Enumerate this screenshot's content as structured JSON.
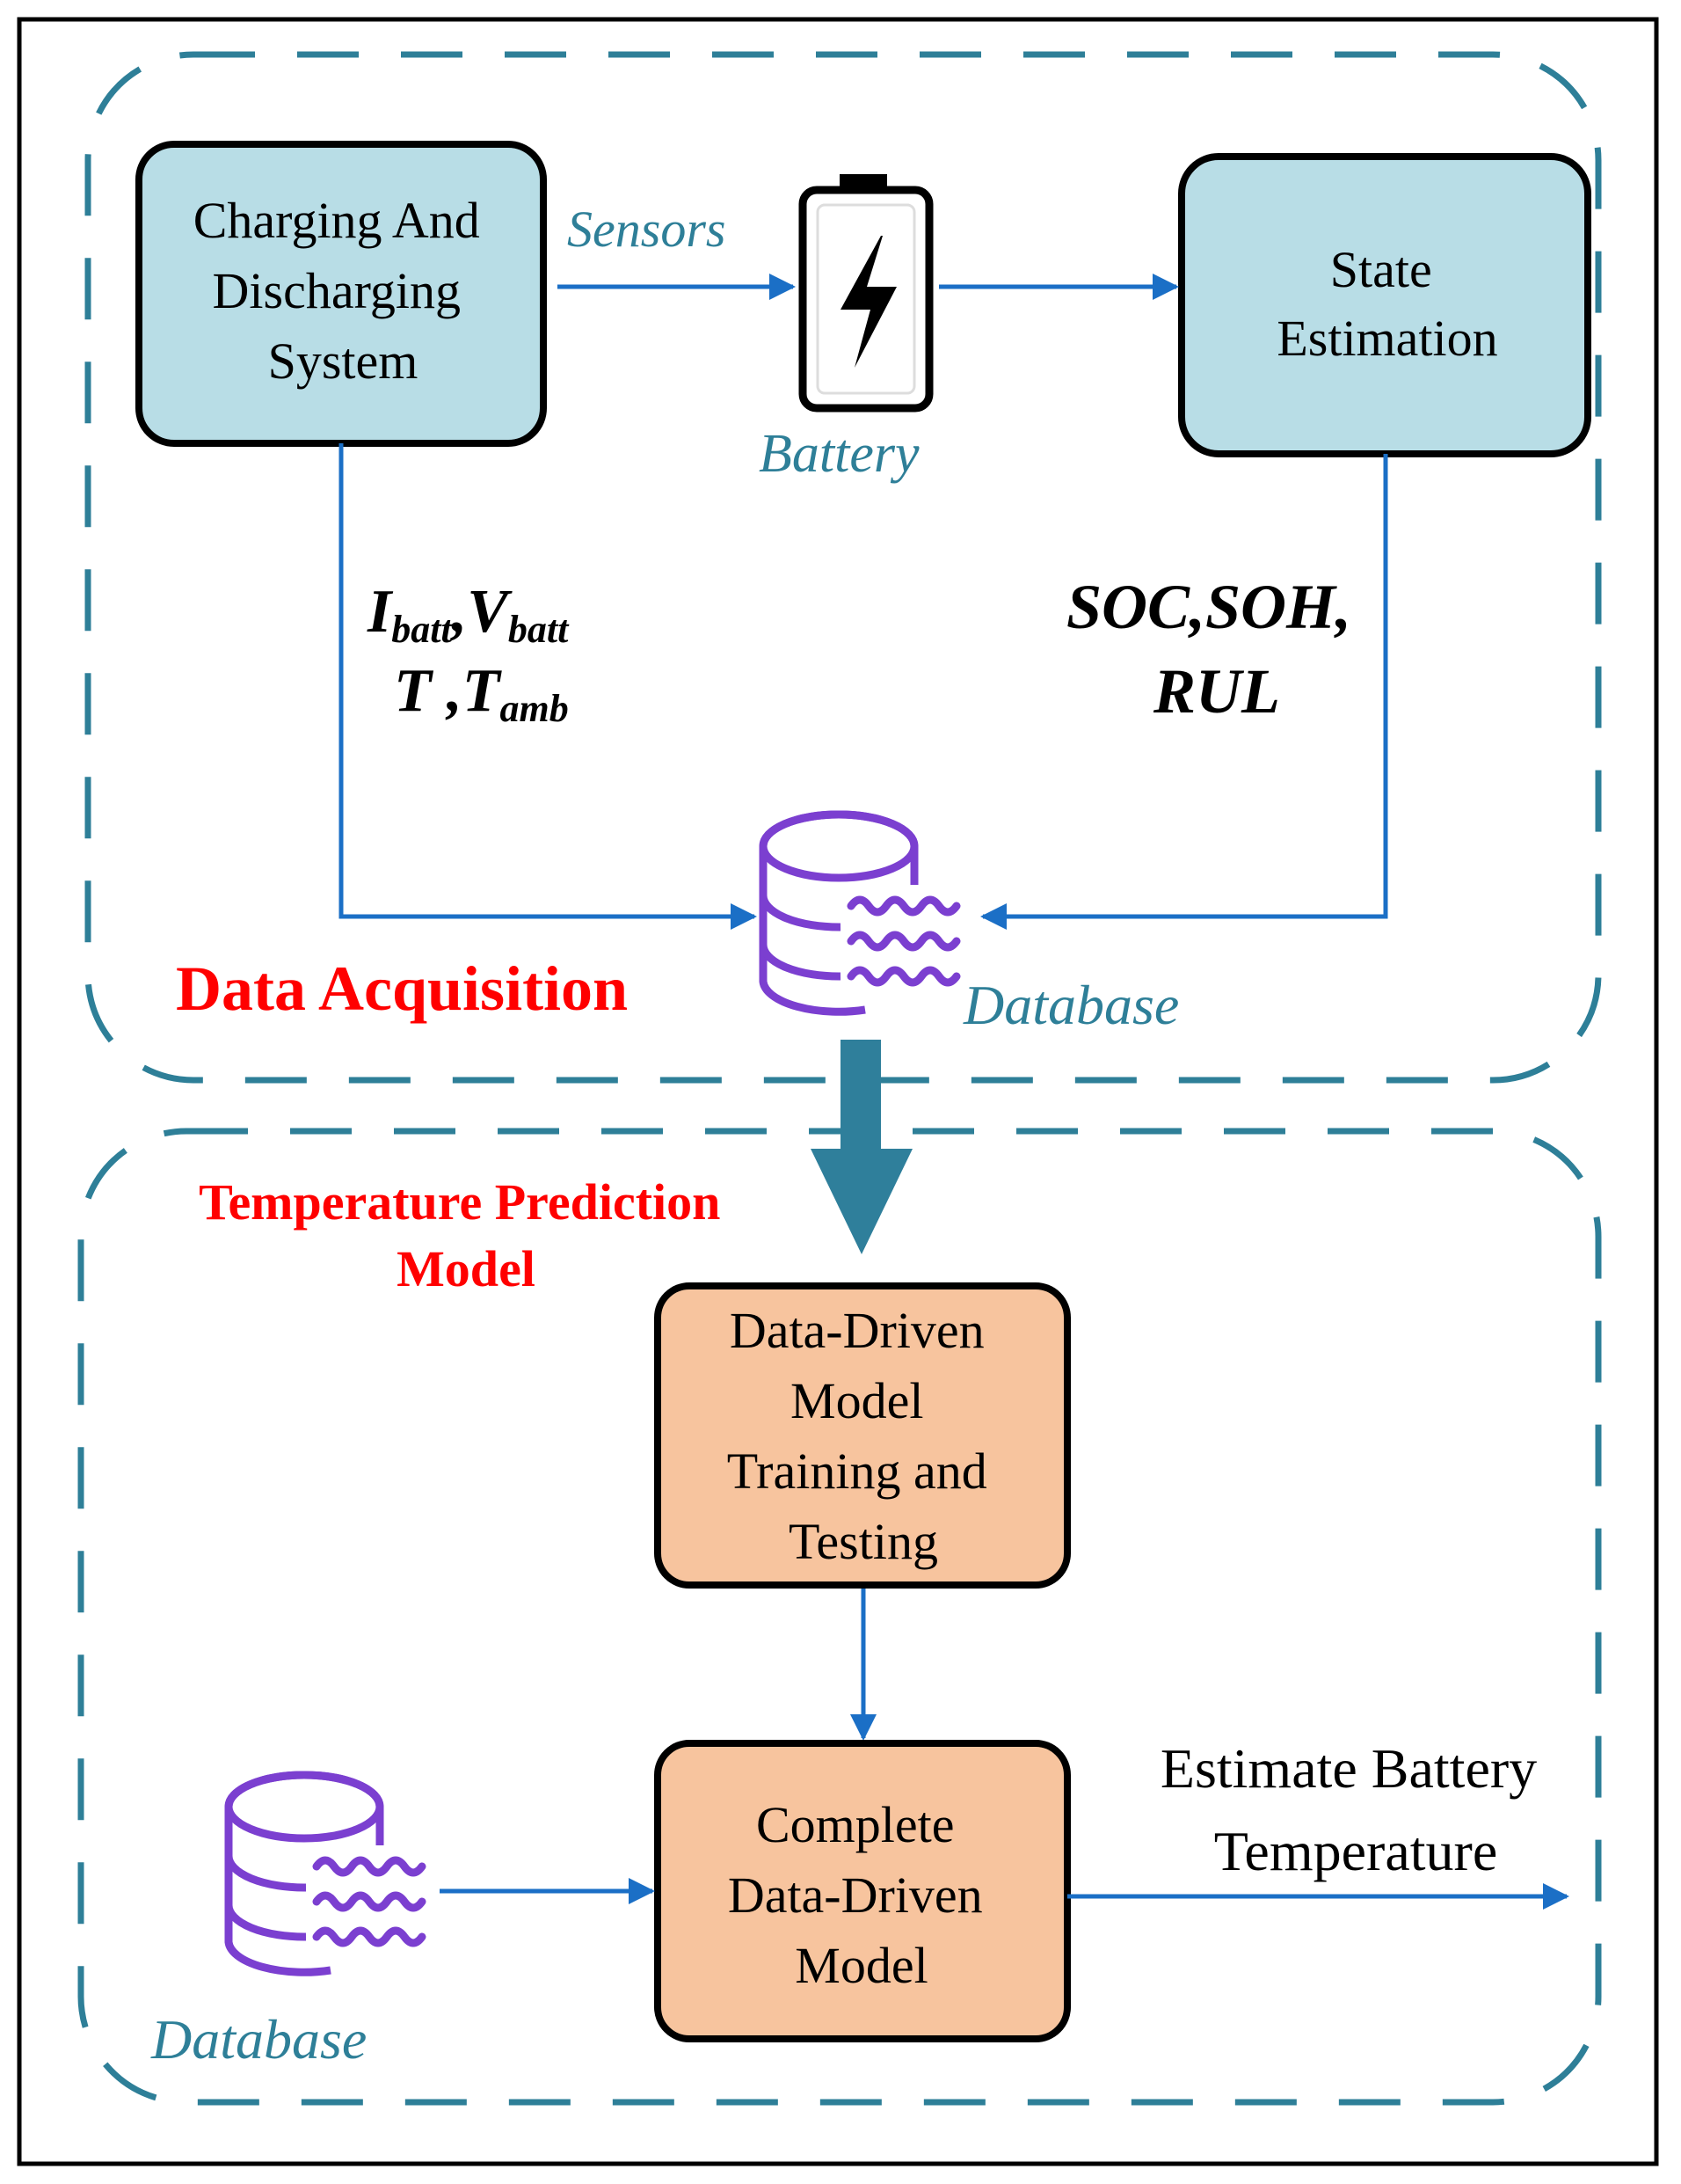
{
  "colors": {
    "frame": "#000000",
    "dashed_region": "#2e7f98",
    "arrow": "#1b6fc6",
    "big_arrow": "#2f7f9b",
    "blue_box_fill": "#b8dde6",
    "orange_box_fill": "#f7c49e",
    "box_border": "#000000",
    "label_teal": "#2e7f98",
    "label_red": "#ff0000",
    "database_icon": "#7b3fd0"
  },
  "regions": {
    "acquisition_title": "Data Acquisition",
    "prediction_title_line1": "Temperature Prediction",
    "prediction_title_line2": "Model"
  },
  "boxes": {
    "charging": [
      "Charging And",
      "Discharging",
      "System"
    ],
    "state_estimation": [
      "State",
      "Estimation"
    ],
    "training": [
      "Data-Driven",
      "Model",
      "Training and",
      "Testing"
    ],
    "complete": [
      "Complete",
      "Data-Driven",
      "Model"
    ]
  },
  "labels": {
    "sensors": "Sensors",
    "battery": "Battery",
    "database_top": "Database",
    "database_bottom": "Database",
    "estimate_line1": "Estimate Battery",
    "estimate_line2": "Temperature"
  },
  "measurements": {
    "i_main": "I",
    "i_sub": "batt",
    "comma1": ",",
    "v_main": "V",
    "v_sub": "batt",
    "t_main": "T",
    "comma2": " ,",
    "tamb_main": "T",
    "tamb_sub": "amb"
  },
  "states": {
    "line1": "SOC,SOH,",
    "line2": "RUL"
  },
  "icons": {
    "battery": "battery-bolt-icon",
    "database": "database-icon"
  }
}
